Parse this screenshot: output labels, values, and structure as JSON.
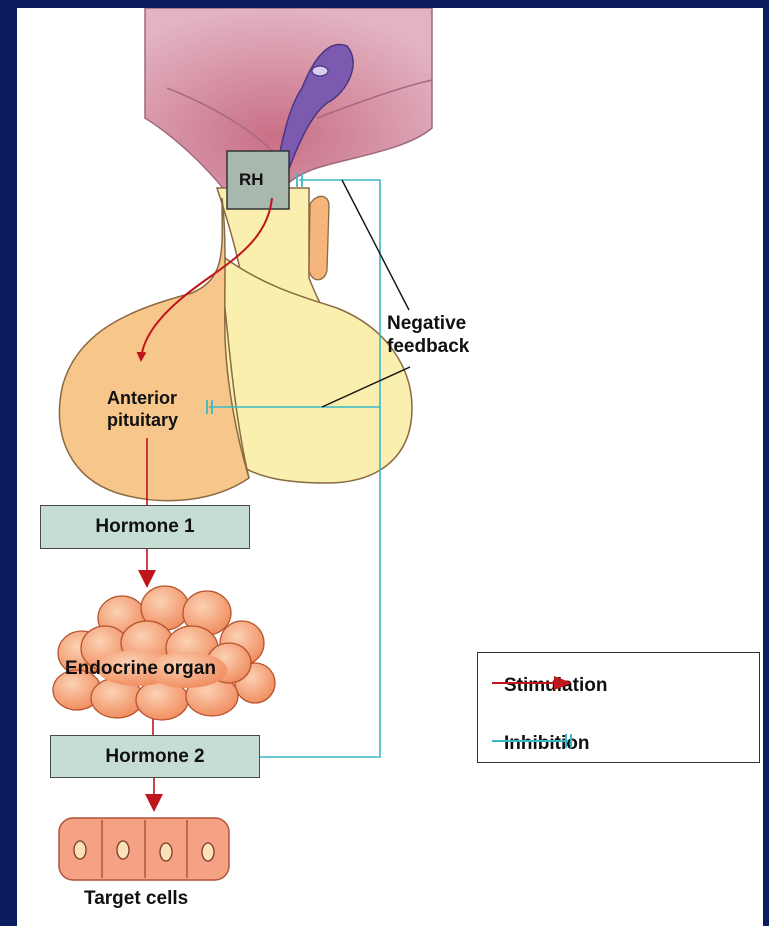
{
  "labels": {
    "rh": "RH",
    "anterior_pituitary_line1": "Anterior",
    "anterior_pituitary_line2": "pituitary",
    "negative_feedback_line1": "Negative",
    "negative_feedback_line2": "feedback",
    "hormone1": "Hormone 1",
    "endocrine_organ": "Endocrine organ",
    "hormone2": "Hormone 2",
    "target_cells": "Target cells"
  },
  "legend": {
    "stimulation": "Stimulation",
    "inhibition": "Inhibition"
  },
  "colors": {
    "background": "#0b1d5c",
    "stimulation": "#c0151b",
    "inhibition": "#3bb8c6",
    "box_fill": "#c5ddd3",
    "pituitary_anterior": "#f6c68a",
    "pituitary_posterior": "#fbefb0",
    "hypothalamus": "#d49aac",
    "neuron": "#7b5ab0",
    "endocrine_organ": "#f59a6e",
    "target_cells": "#f5a184"
  }
}
